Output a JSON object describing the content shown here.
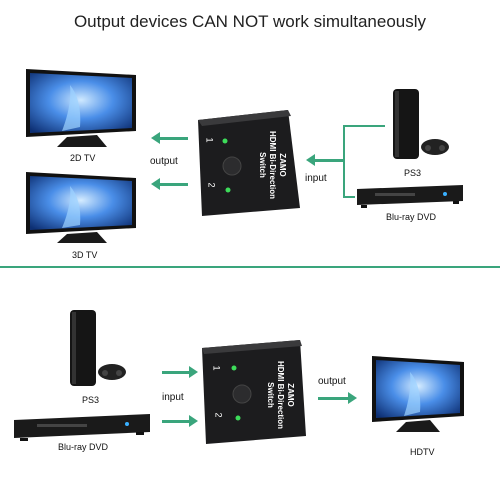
{
  "title": "Output devices CAN NOT work simultaneously",
  "switch": {
    "brand": "ZAMO",
    "name_line1": "HDMI Bi-Direction",
    "name_line2": "Switch",
    "port1": "1",
    "port2": "2"
  },
  "top_section": {
    "tv1_label": "2D TV",
    "tv2_label": "3D TV",
    "output_label": "output",
    "input_label": "input",
    "ps3_label": "PS3",
    "bluray_label": "Blu-ray DVD"
  },
  "bottom_section": {
    "ps3_label": "PS3",
    "bluray_label": "Blu-ray DVD",
    "input_label": "input",
    "output_label": "output",
    "hdtv_label": "HDTV"
  },
  "colors": {
    "accent": "#3aa57c",
    "device_dark": "#1c1c1e",
    "screen_blue": "#2a6fd0"
  }
}
